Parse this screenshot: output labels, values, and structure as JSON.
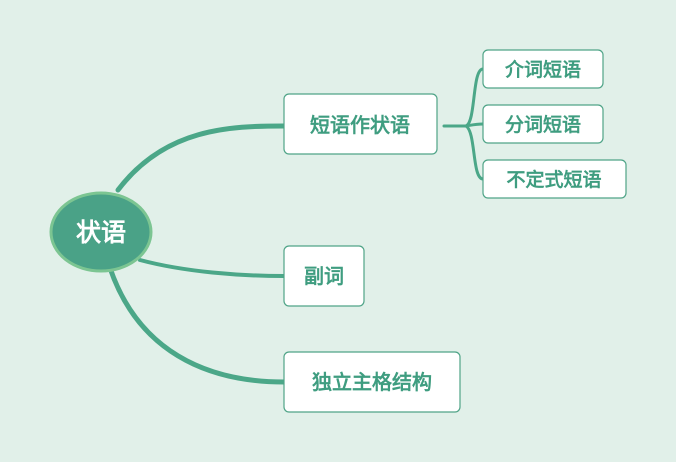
{
  "root": {
    "label": "状语"
  },
  "branches": [
    {
      "label": "短语作状语",
      "children": [
        {
          "label": "介词短语"
        },
        {
          "label": "分词短语"
        },
        {
          "label": "不定式短语"
        }
      ]
    },
    {
      "label": "副词",
      "children": []
    },
    {
      "label": "独立主格结构",
      "children": []
    }
  ],
  "colors": {
    "background": "#e1f0e9",
    "branch_line": "#4ba788",
    "root_fill": "#4aa287",
    "root_border": "#7cc592",
    "node_border": "#4fa487",
    "node_text": "#3f9d80"
  }
}
